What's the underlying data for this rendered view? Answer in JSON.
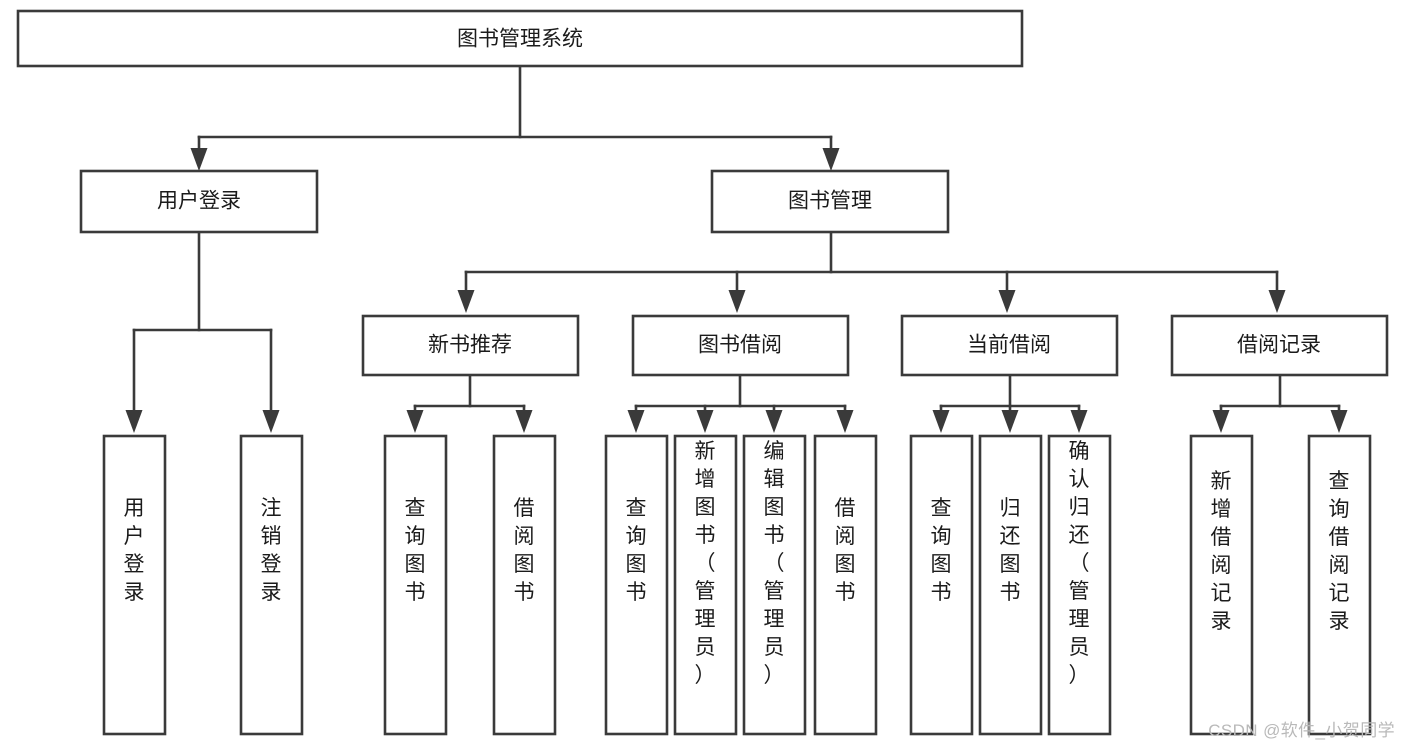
{
  "diagram": {
    "type": "tree-hierarchy",
    "title": "图书管理系统",
    "watermark": "CSDN @软件_小贺同学",
    "colors": {
      "background": "#ffffff",
      "box_fill": "#ffffff",
      "box_stroke": "#3a3a3a",
      "connector": "#3a3a3a",
      "text": "#1b1b1b",
      "watermark": "#b9b9b9"
    },
    "levels": {
      "root": {
        "label": "图书管理系统",
        "orientation": "horizontal"
      },
      "level2": [
        {
          "label": "用户登录",
          "orientation": "horizontal"
        },
        {
          "label": "图书管理",
          "orientation": "horizontal"
        }
      ],
      "level3": [
        {
          "label": "新书推荐",
          "orientation": "horizontal",
          "parent": "图书管理"
        },
        {
          "label": "图书借阅",
          "orientation": "horizontal",
          "parent": "图书管理"
        },
        {
          "label": "当前借阅",
          "orientation": "horizontal",
          "parent": "图书管理"
        },
        {
          "label": "借阅记录",
          "orientation": "horizontal",
          "parent": "图书管理"
        }
      ],
      "leaves": [
        {
          "label": "用户登录",
          "orientation": "vertical",
          "parent": "用户登录"
        },
        {
          "label": "注销登录",
          "orientation": "vertical",
          "parent": "用户登录"
        },
        {
          "label": "查询图书",
          "orientation": "vertical",
          "parent": "新书推荐"
        },
        {
          "label": "借阅图书",
          "orientation": "vertical",
          "parent": "新书推荐"
        },
        {
          "label": "查询图书",
          "orientation": "vertical",
          "parent": "图书借阅"
        },
        {
          "label": "新增图书（管理员）",
          "orientation": "vertical",
          "parent": "图书借阅"
        },
        {
          "label": "编辑图书（管理员）",
          "orientation": "vertical",
          "parent": "图书借阅"
        },
        {
          "label": "借阅图书",
          "orientation": "vertical",
          "parent": "图书借阅"
        },
        {
          "label": "查询图书",
          "orientation": "vertical",
          "parent": "当前借阅"
        },
        {
          "label": "归还图书",
          "orientation": "vertical",
          "parent": "当前借阅"
        },
        {
          "label": "确认归还（管理员）",
          "orientation": "vertical",
          "parent": "当前借阅"
        },
        {
          "label": "新增借阅记录",
          "orientation": "vertical",
          "parent": "借阅记录"
        },
        {
          "label": "查询借阅记录",
          "orientation": "vertical",
          "parent": "借阅记录"
        }
      ]
    },
    "nodes": {
      "root": {
        "text": "图书管理系统"
      },
      "user_login": {
        "text": "用户登录"
      },
      "book_manage": {
        "text": "图书管理"
      },
      "new_book_rec": {
        "text": "新书推荐"
      },
      "book_borrow": {
        "text": "图书借阅"
      },
      "current_borrow": {
        "text": "当前借阅"
      },
      "borrow_record": {
        "text": "借阅记录"
      },
      "leaf_user_login": {
        "text": "用户登录"
      },
      "leaf_logout": {
        "text": "注销登录"
      },
      "leaf_query_book_a": {
        "text": "查询图书"
      },
      "leaf_borrow_book_a": {
        "text": "借阅图书"
      },
      "leaf_query_book_b": {
        "text": "查询图书"
      },
      "leaf_add_book": {
        "text": "新增图书（管理员）"
      },
      "leaf_edit_book": {
        "text": "编辑图书（管理员）"
      },
      "leaf_borrow_book_b": {
        "text": "借阅图书"
      },
      "leaf_query_book_c": {
        "text": "查询图书"
      },
      "leaf_return_book": {
        "text": "归还图书"
      },
      "leaf_confirm_return": {
        "text": "确认归还（管理员）"
      },
      "leaf_add_record": {
        "text": "新增借阅记录"
      },
      "leaf_query_record": {
        "text": "查询借阅记录"
      }
    }
  }
}
